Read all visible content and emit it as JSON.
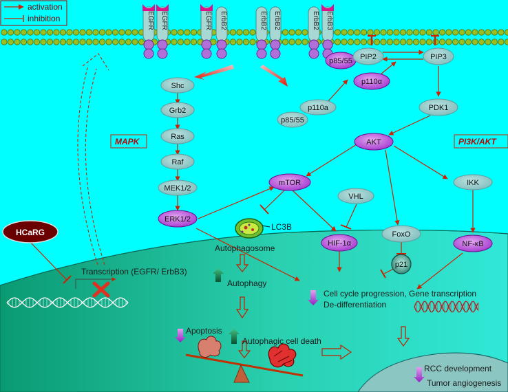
{
  "legend": {
    "activation": "activation",
    "inhibition": "inhibition"
  },
  "receptors": [
    "EGFR",
    "EGFR",
    "EGFR",
    "ErbB2",
    "ErbB2",
    "ErbB2",
    "ErbB2",
    "ErbB3"
  ],
  "mapk": {
    "title": "MAPK",
    "nodes": [
      "Shc",
      "Grb2",
      "Ras",
      "Raf",
      "MEK1/2",
      "ERK1/2"
    ]
  },
  "pi3k": {
    "title": "PI3K/AKT",
    "p85_top": "p85/55",
    "p110a_active": "p110α",
    "p110a": "p110a",
    "p85": "p85/55",
    "pip2": "PIP2",
    "pip3": "PIP3",
    "pdk1": "PDK1",
    "akt": "AKT",
    "mtor": "mTOR",
    "vhl": "VHL",
    "ikk": "IKK",
    "hif": "HIF-1α",
    "foxo": "FoxO",
    "nfkb": "NF-κB",
    "p21": "p21"
  },
  "autophagy": {
    "lc3b": "LC3B",
    "autophagosome": "Autophagosome",
    "autophagy": "Autophagy",
    "apoptosis": "Apoptosis",
    "autophagic_death": "Autophagic cell death"
  },
  "nucleus": {
    "hcarg": "HCaRG",
    "transcription": "Transcription (EGFR/ ErbB3)"
  },
  "outcomes": {
    "cell_cycle": "Cell cycle progression, Gene transcription",
    "dedifferentiation": "De-differentiation",
    "rcc": "RCC development",
    "angiogenesis": "Tumor angiogenesis"
  },
  "colors": {
    "background": "#00ffff",
    "node_gray": "#8fc3c3",
    "node_purple": "#b347d6",
    "arrow_red": "#cc2200",
    "hcarg_fill": "#5a0000",
    "membrane": "#7aa000"
  }
}
